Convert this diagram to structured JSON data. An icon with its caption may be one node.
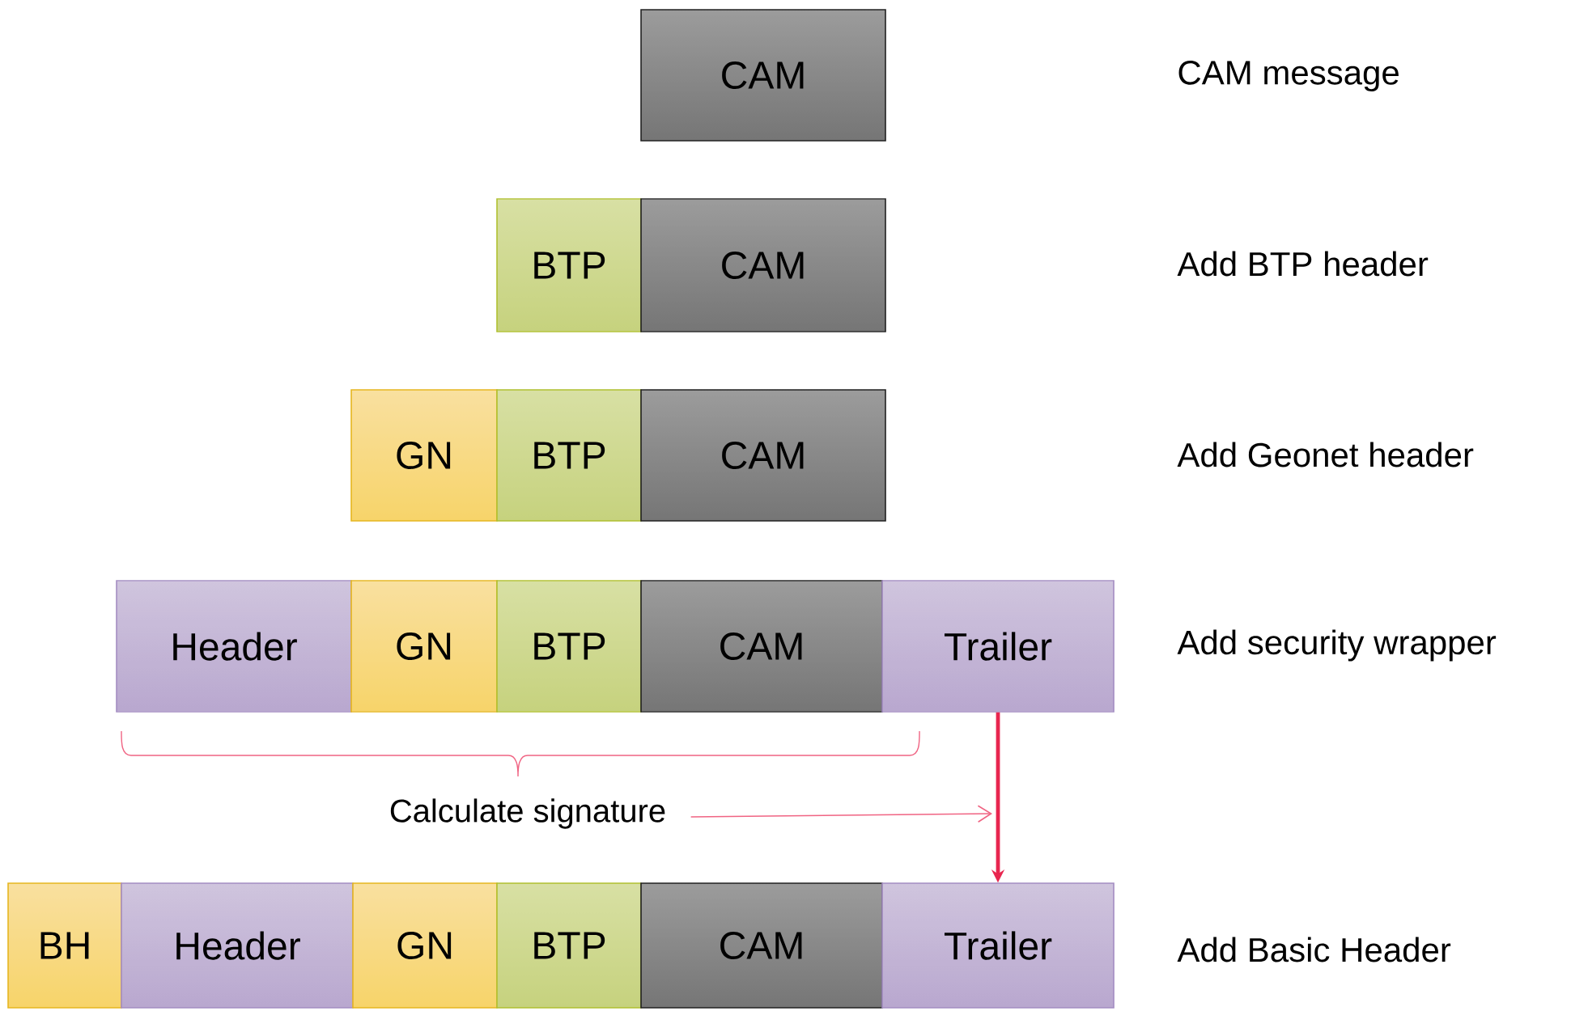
{
  "diagram": {
    "nodes": [
      {
        "text": [
          "CAM"
        ]
      },
      {
        "text": [
          "BTP"
        ]
      },
      {
        "text": [
          "CAM"
        ]
      },
      {
        "text": [
          "GN"
        ]
      },
      {
        "text": [
          "BTP"
        ]
      },
      {
        "text": [
          "CAM"
        ]
      },
      {
        "text": [
          "Header"
        ]
      },
      {
        "text": [
          "GN"
        ]
      },
      {
        "text": [
          "BTP"
        ]
      },
      {
        "text": [
          "CAM"
        ]
      },
      {
        "text": [
          "Trailer"
        ]
      },
      {
        "text": [
          "Calculate signature"
        ]
      },
      {
        "text": [
          "BH"
        ]
      },
      {
        "text": [
          "Header"
        ]
      },
      {
        "text": [
          "GN"
        ]
      },
      {
        "text": [
          "BTP"
        ]
      },
      {
        "text": [
          "CAM"
        ]
      },
      {
        "text": [
          "Trailer"
        ]
      }
    ],
    "edges": [
      {
        "from": 10,
        "to": 17,
        "arrow": "to",
        "style": "thick",
        "color": "#e8264f"
      },
      {
        "from": 11,
        "to": null,
        "arrow": "to",
        "color": "#f06483"
      }
    ],
    "labels": [
      "CAM message",
      "Add BTP header",
      "Add Geonet header",
      "Add security wrapper",
      "Add Basic Header"
    ]
  }
}
